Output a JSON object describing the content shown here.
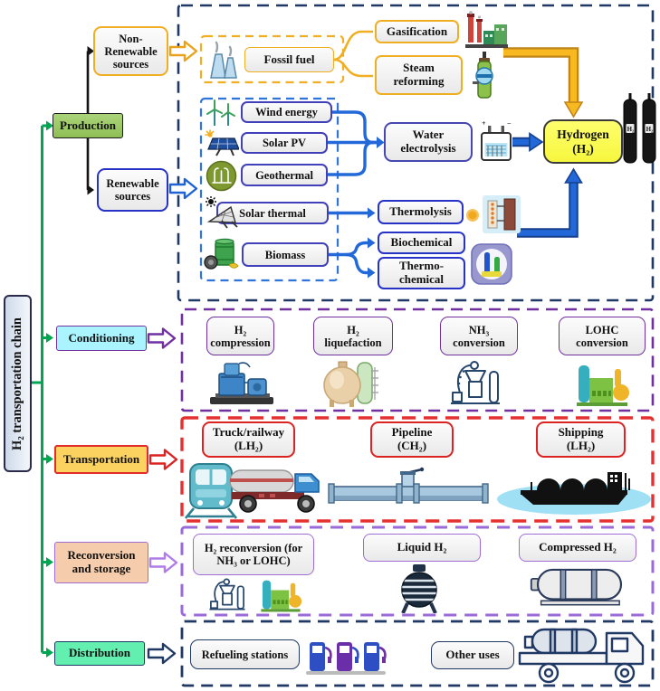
{
  "title": "H₂ transportation chain",
  "stages": {
    "production": "Production",
    "conditioning": "Conditioning",
    "transportation": "Transportation",
    "reconversion": "Reconversion\nand storage",
    "distribution": "Distribution"
  },
  "production": {
    "non_renewable_sources": "Non-\nRenewable\nsources",
    "renewable_sources": "Renewable\nsources",
    "fossil_fuel": "Fossil fuel",
    "gasification": "Gasification",
    "steam_reforming": "Steam\nreforming",
    "wind_energy": "Wind energy",
    "solar_pv": "Solar PV",
    "geothermal": "Geothermal",
    "solar_thermal": "Solar thermal",
    "biomass": "Biomass",
    "water_electrolysis": "Water\nelectrolysis",
    "thermolysis": "Thermolysis",
    "biochemical": "Biochemical",
    "thermochemical": "Thermo-\nchemical",
    "hydrogen": "Hydrogen\n(H₂)",
    "cylinder_label": "H₂"
  },
  "conditioning": {
    "items": [
      {
        "label": "H₂\ncompression",
        "icon": "compressor-icon"
      },
      {
        "label": "H₂\nliquefaction",
        "icon": "liquefaction-tank-icon"
      },
      {
        "label": "NH₃\nconversion",
        "icon": "ammonia-plant-icon"
      },
      {
        "label": "LOHC\nconversion",
        "icon": "lohc-plant-icon"
      }
    ]
  },
  "transportation": {
    "items": [
      {
        "label": "Truck/railway\n(LH₂)",
        "icon": "train-and-tanker-truck-icon"
      },
      {
        "label": "Pipeline\n(CH₂)",
        "icon": "pipeline-valve-icon"
      },
      {
        "label": "Shipping\n(LH₂)",
        "icon": "lng-ship-icon"
      }
    ]
  },
  "reconversion": {
    "items": [
      {
        "label": "H₂ reconversion (for\nNH₃ or LOHC)",
        "icon": "reconversion-plants-icon"
      },
      {
        "label": "Liquid H₂",
        "icon": "liquid-h2-sphere-tank-icon"
      },
      {
        "label": "Compressed H₂",
        "icon": "compressed-h2-cylinder-icon"
      }
    ]
  },
  "distribution": {
    "refueling_stations": "Refueling stations",
    "other_uses": "Other uses"
  },
  "icons": [
    "cooling-towers-icon",
    "gasification-plant-icon",
    "steam-reformer-icon",
    "wind-turbines-icon",
    "solar-pv-icon",
    "geothermal-icon",
    "solar-thermal-icon",
    "biomass-icon",
    "water-electrolysis-cell-icon",
    "thermolysis-reactor-icon",
    "bio-thermo-tubes-icon",
    "hydrogen-cylinders-icon",
    "compressor-icon",
    "liquefaction-tank-icon",
    "ammonia-plant-icon",
    "lohc-plant-icon",
    "train-icon",
    "tanker-truck-icon",
    "pipeline-valve-icon",
    "lng-ship-icon",
    "reconversion-plants-icon",
    "liquid-h2-sphere-tank-icon",
    "compressed-h2-cylinder-icon",
    "fuel-pumps-icon",
    "flatbed-truck-icon"
  ],
  "colors": {
    "chain_line_green": "#00A651",
    "navy_dash": "#1F3864",
    "gold": "#F0AF22",
    "blue_arrow": "#2268D9",
    "purple_dash": "#7030A0",
    "red_dash": "#E53030",
    "violet_dash": "#9A6AD8",
    "production_fill": "#A2CE6E",
    "conditioning_fill": "#A9F4FE",
    "transportation_fill": "#FBD25F",
    "reconversion_fill": "#F6CDAC",
    "distribution_fill": "#63EFAF",
    "hydrogen_fill": "#FFFF54"
  }
}
